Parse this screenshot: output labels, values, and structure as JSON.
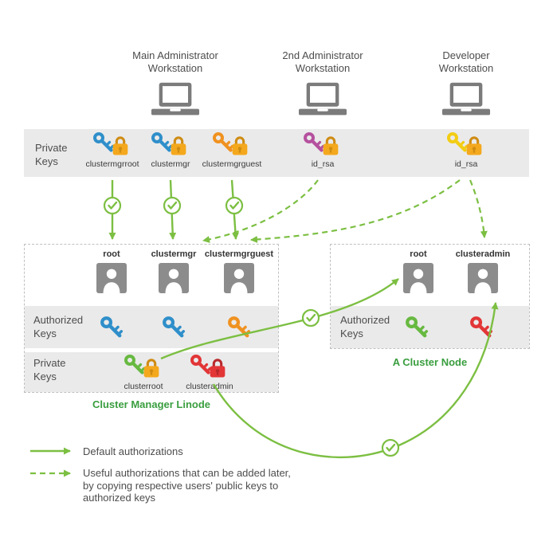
{
  "colors": {
    "arrow_green": "#7cbf42",
    "title_green": "#3a9e3f",
    "band_gray": "#eaeaea",
    "box_border": "#c0c0c0",
    "text_dark": "#4d4d4d",
    "device_gray": "#7b7b7b",
    "person_gray": "#8c8c8c",
    "key_blue": "#2f8fca",
    "key_orange": "#f09220",
    "key_magenta": "#b5519e",
    "key_yellow": "#f2cd13",
    "key_green": "#67b940",
    "key_red": "#e23637",
    "lock_orange_body": "#f4a81d",
    "lock_orange_shackle": "#cf8c14",
    "lock_red_body": "#e23637",
    "lock_red_shackle": "#b8292c"
  },
  "workstations": [
    {
      "line1": "Main Administrator",
      "line2": "Workstation"
    },
    {
      "line1": "2nd Administrator",
      "line2": "Workstation"
    },
    {
      "line1": "Developer",
      "line2": "Workstation"
    }
  ],
  "private_keys_band": {
    "label": {
      "line1": "Private",
      "line2": "Keys"
    },
    "keys": [
      {
        "label": "clustermgrroot",
        "key_color": "key_blue",
        "lock": "orange"
      },
      {
        "label": "clustermgr",
        "key_color": "key_blue",
        "lock": "orange"
      },
      {
        "label": "clustermgrguest",
        "key_color": "key_orange",
        "lock": "orange"
      },
      {
        "label": "id_rsa",
        "key_color": "key_magenta",
        "lock": "orange"
      },
      {
        "label": "id_rsa",
        "key_color": "key_yellow",
        "lock": "orange"
      }
    ]
  },
  "cluster_manager": {
    "title": "Cluster Manager Linode",
    "users": [
      "root",
      "clustermgr",
      "clustermgrguest"
    ],
    "authorized_keys_label": {
      "line1": "Authorized",
      "line2": "Keys"
    },
    "authorized_key_colors": [
      "key_blue",
      "key_blue",
      "key_orange"
    ],
    "private_keys_label": {
      "line1": "Private",
      "line2": "Keys"
    },
    "private_keys": [
      {
        "label": "clusterroot",
        "key_color": "key_green",
        "lock": "orange"
      },
      {
        "label": "clusteradmin",
        "key_color": "key_red",
        "lock": "red"
      }
    ]
  },
  "cluster_node": {
    "title": "A Cluster Node",
    "users": [
      "root",
      "clusteradmin"
    ],
    "authorized_keys_label": {
      "line1": "Authorized",
      "line2": "Keys"
    },
    "authorized_key_colors": [
      "key_green",
      "key_red"
    ]
  },
  "legend": {
    "solid_label": "Default authorizations",
    "dashed_label_line1": "Useful authorizations that can be added later,",
    "dashed_label_line2": "by copying respective users' public keys to",
    "dashed_label_line3": "authorized keys"
  }
}
